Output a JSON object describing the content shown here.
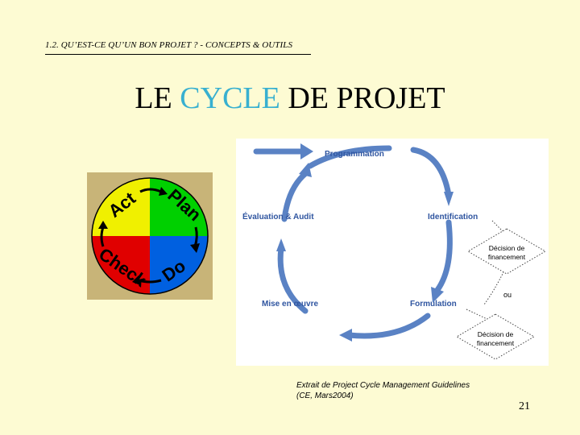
{
  "breadcrumb": "1.2. QU’EST-CE QU’UN BON PROJET ? - CONCEPTS & OUTILS",
  "title": {
    "part1": "LE ",
    "accent": "CYCLE",
    "part2": " DE PROJET"
  },
  "pdca": {
    "act": "Act",
    "plan": "Plan",
    "do": "Do",
    "check": "Check",
    "colors": {
      "act": "#f0f000",
      "plan": "#00d000",
      "do": "#0060e0",
      "check": "#e00000",
      "background": "#c8b478"
    }
  },
  "cycle": {
    "programmation": "Programmation",
    "identification": "Identification",
    "formulation": "Formulation",
    "mise_en_oeuvre": "Mise en œuvre",
    "evaluation": "Évaluation & Audit",
    "decision1": [
      "Décision de",
      "financement"
    ],
    "decision2": [
      "Décision de",
      "financement"
    ],
    "ou": "ou",
    "colors": {
      "accent": "#5a82c4",
      "label": "#2f55a0"
    }
  },
  "caption": [
    "Extrait de Project Cycle Management Guidelines",
    "(CE, Mars2004)"
  ],
  "page_number": "21"
}
